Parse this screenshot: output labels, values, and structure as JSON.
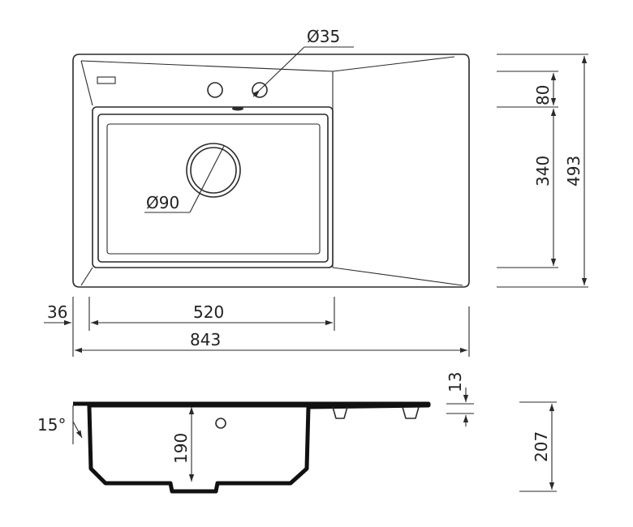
{
  "top_view": {
    "tap_hole_label": "Ø35",
    "drain_label": "Ø90",
    "depth_total": "493",
    "depth_back": "80",
    "depth_bowl": "340",
    "offset_left": "36",
    "bowl_width": "520",
    "total_width": "843"
  },
  "side_view": {
    "angle": "15°",
    "bowl_depth": "190",
    "rim_thickness": "13",
    "total_height": "207"
  }
}
